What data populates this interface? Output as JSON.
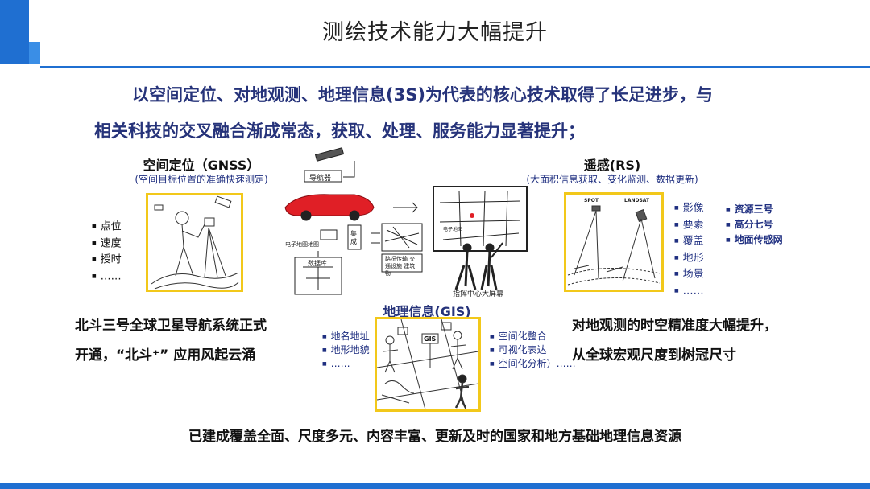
{
  "slide": {
    "title": "测绘技术能力大幅提升",
    "intro_line1": "以空间定位、对地观测、地理信息(3S)为代表的核心技术取得了长足进步，与",
    "intro_line2": "相关科技的交叉融合渐成常态，获取、处理、服务能力显著提升；",
    "colors": {
      "accent_blue": "#1f6fd1",
      "text_navy": "#26337a",
      "frame_yellow": "#f2c81a"
    }
  },
  "gnss": {
    "title": "空间定位（GNSS）",
    "subtitle": "(空间目标位置的准确快速测定)",
    "items": [
      "点位",
      "速度",
      "授时",
      "……"
    ],
    "caption_line1": "北斗三号全球卫星导航系统正式",
    "caption_line2": "开通，“北斗⁺” 应用风起云涌"
  },
  "center_diagram": {
    "nav_label": "导航器",
    "map_label": "电子地图地图",
    "box1": "集成",
    "box2": "数据库",
    "note": "路况传输 交通设施 建筑物",
    "screen_caption": "指挥中心大屏幕",
    "screen_label": "电子地图"
  },
  "rs": {
    "title": "遥感(RS)",
    "subtitle": "(大面积信息获取、变化监测、数据更新)",
    "sat1": "SPOT",
    "sat2": "LANDSAT",
    "items": [
      "影像",
      "要素",
      "覆盖",
      "地形",
      "场景",
      "……"
    ],
    "sources": [
      "资源三号",
      "高分七号",
      "地面传感网"
    ],
    "caption_line1": "对地观测的时空精准度大幅提升，",
    "caption_line2": "从全球宏观尺度到树冠尺寸"
  },
  "gis": {
    "title": "地理信息(GIS)",
    "left_items": [
      "地名地址",
      "地形地貌",
      "……"
    ],
    "right_items": [
      "空间化整合",
      "可视化表达",
      "空间化分析）……"
    ],
    "sign": "GIS"
  },
  "bottom_text": "已建成覆盖全面、尺度多元、内容丰富、更新及时的国家和地方基础地理信息资源"
}
